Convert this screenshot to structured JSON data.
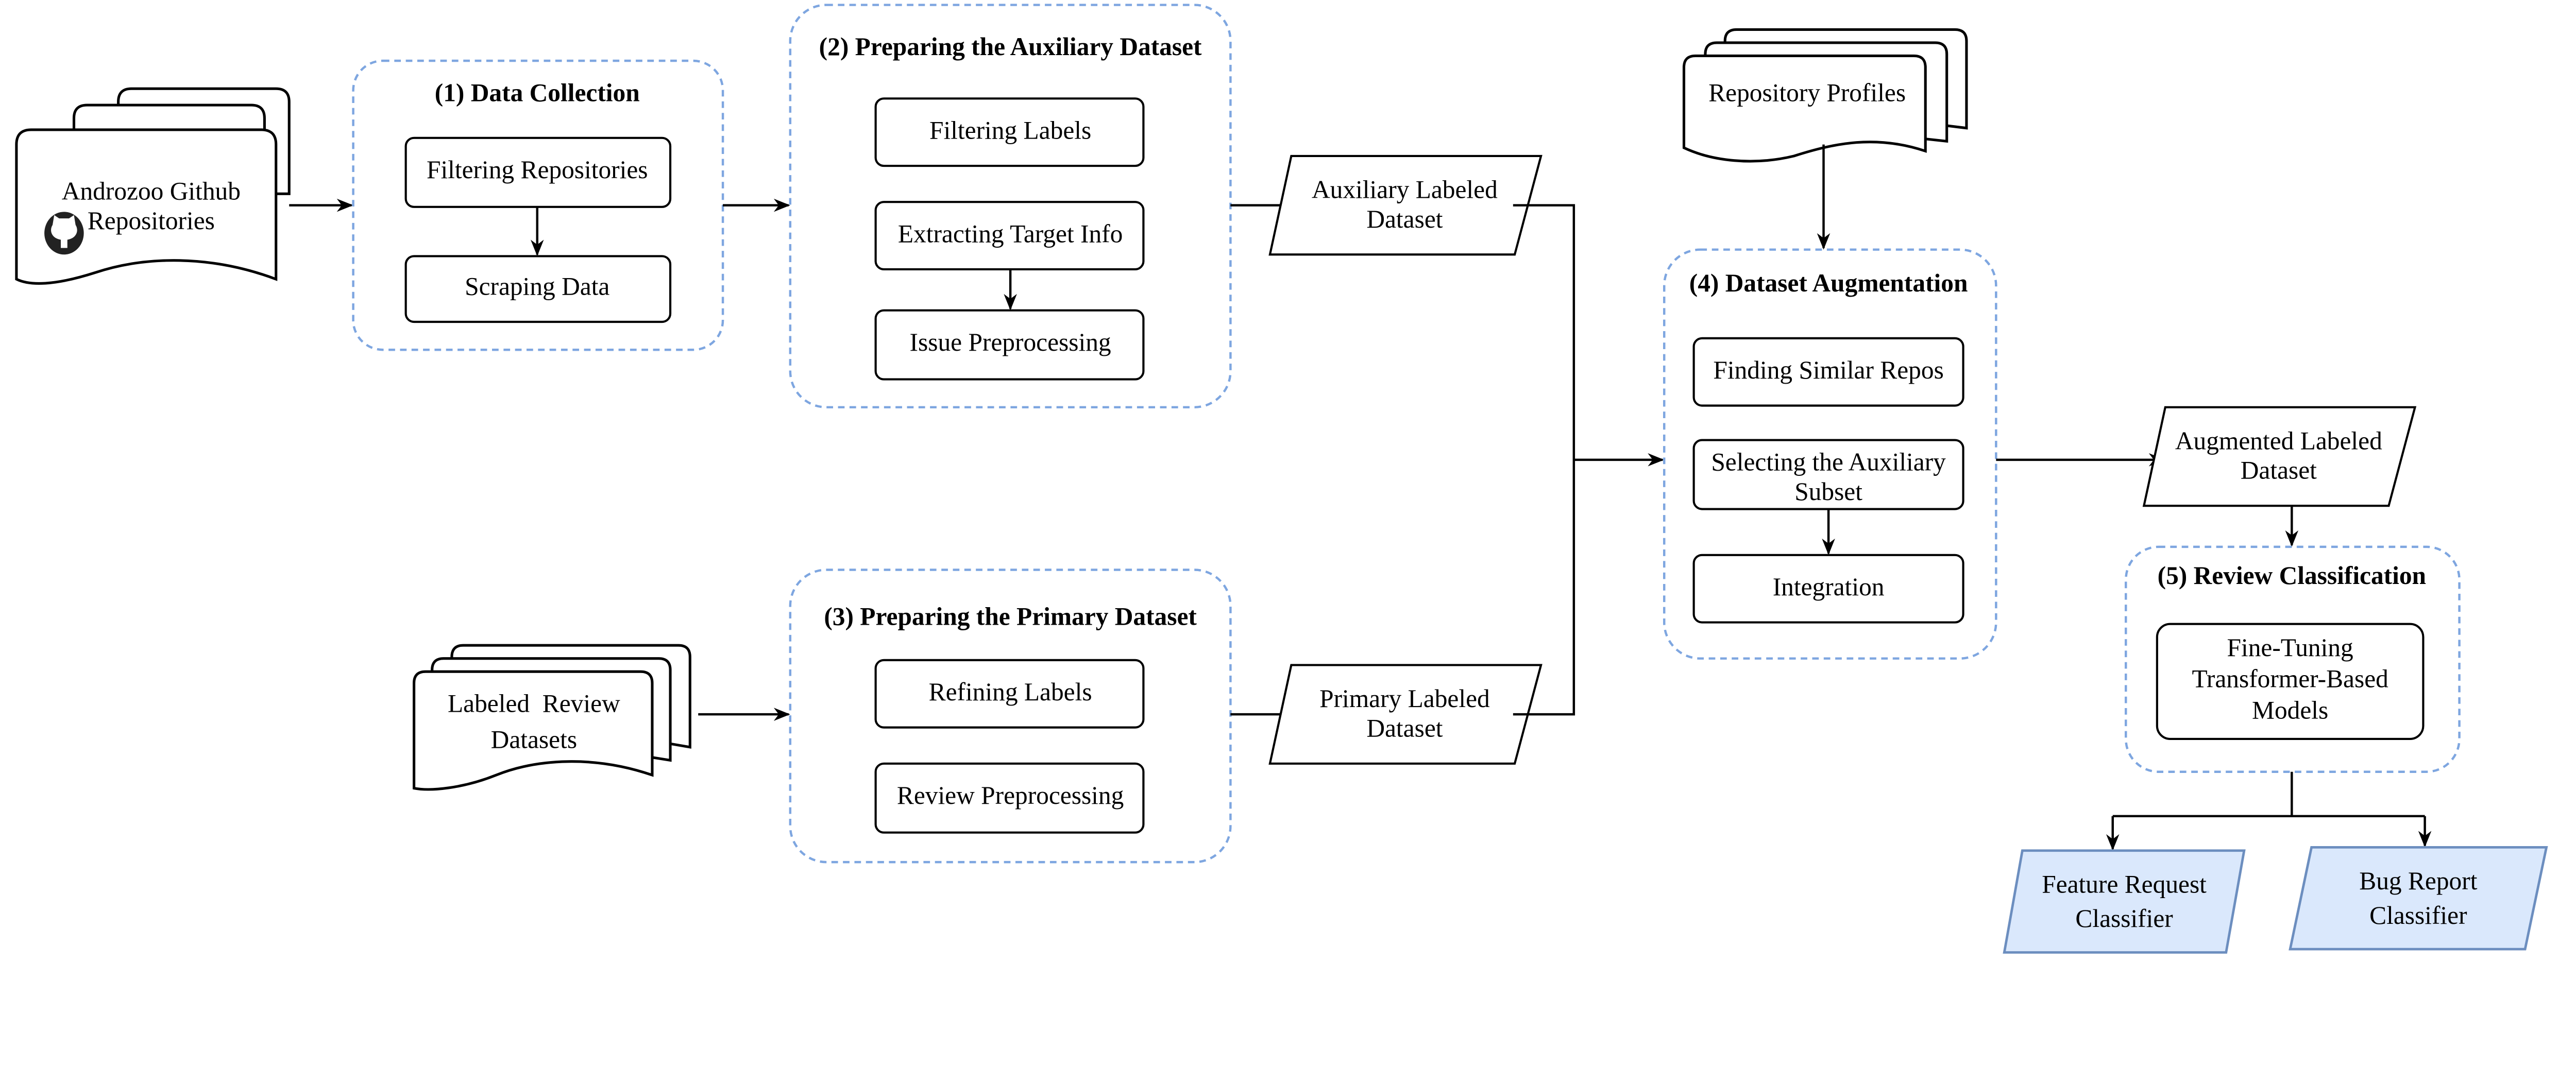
{
  "sources": {
    "androzoo": [
      "Androzoo Github",
      "Repositories"
    ],
    "labeled_reviews": [
      "Labeled  Review",
      "Datasets"
    ],
    "repo_profiles": "Repository Profiles"
  },
  "groups": {
    "data_collection": {
      "title": "(1) Data Collection",
      "steps": [
        "Filtering Repositories",
        "Scraping Data"
      ]
    },
    "auxiliary": {
      "title": "(2) Preparing the Auxiliary Dataset",
      "steps": [
        "Filtering Labels",
        "Extracting Target Info",
        "Issue Preprocessing"
      ]
    },
    "primary": {
      "title": "(3) Preparing the Primary Dataset",
      "steps": [
        "Refining Labels",
        "Review Preprocessing"
      ]
    },
    "augmentation": {
      "title": "(4) Dataset Augmentation",
      "steps": [
        "Finding Similar Repos",
        [
          "Selecting the Auxiliary",
          "Subset"
        ],
        "Integration"
      ]
    },
    "classification": {
      "title": "(5) Review Classification",
      "steps": [
        [
          "Fine-Tuning",
          "Transformer-Based",
          "Models"
        ]
      ]
    }
  },
  "datasets": {
    "auxiliary": [
      "Auxiliary Labeled",
      "Dataset"
    ],
    "primary": [
      "Primary Labeled",
      "Dataset"
    ],
    "augmented": [
      "Augmented Labeled",
      "Dataset"
    ]
  },
  "outputs": {
    "feature": [
      "Feature Request",
      "Classifier"
    ],
    "bug": [
      "Bug Report",
      "Classifier"
    ]
  },
  "colors": {
    "group_border": "#7ea6e0",
    "output_fill": "#dae8fc",
    "output_border": "#6c8ebf"
  }
}
